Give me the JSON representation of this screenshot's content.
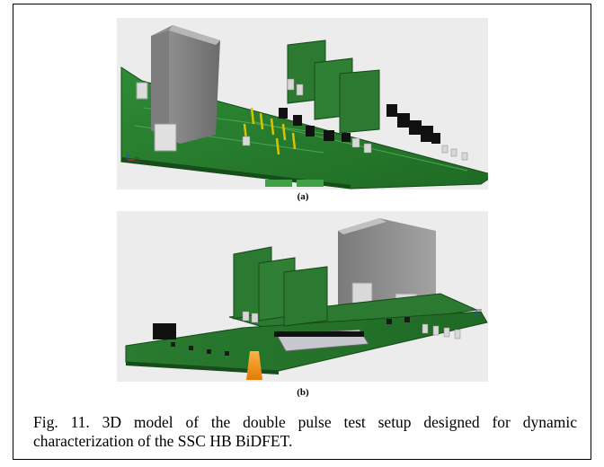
{
  "figure": {
    "panel_a_label": "(a)",
    "panel_b_label": "(b)",
    "caption": "Fig. 11. 3D model of the double pulse test setup designed for dynamic characterization of the SSC HB BiDFET."
  },
  "colors": {
    "pcb_green": "#2f7d32",
    "pcb_dark": "#1f5a22",
    "enclosure_gray": "#8a8a8a",
    "background": "#ececec"
  }
}
